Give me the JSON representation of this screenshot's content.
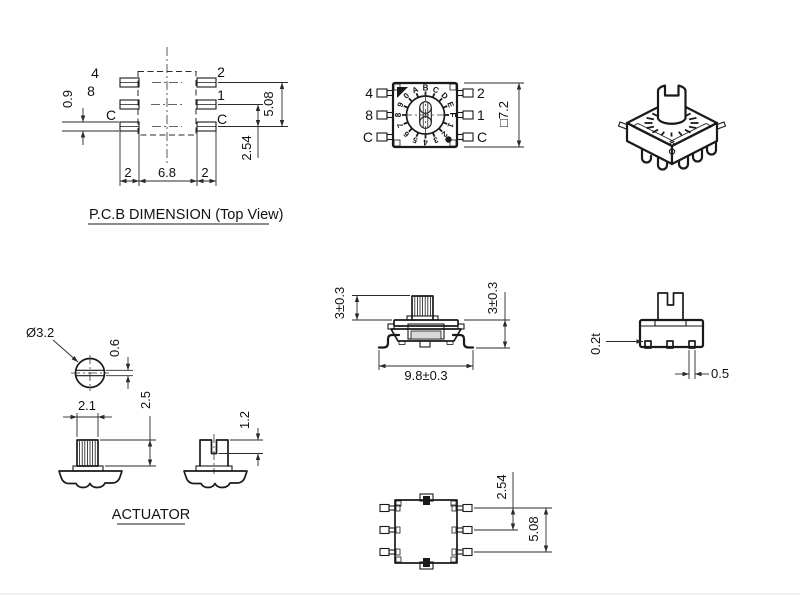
{
  "pcb": {
    "title": "P.C.B DIMENSION (Top View)",
    "pads_left": [
      "4",
      "8",
      "C"
    ],
    "pads_right": [
      "2",
      "1",
      "C"
    ],
    "dim_pad_height": "0.9",
    "dim_row_span": "5.08",
    "dim_row_pitch": "2.54",
    "dim_pad_left": "2",
    "dim_body_width": "6.8",
    "dim_pad_right": "2"
  },
  "top_view": {
    "pins_left": [
      "4",
      "8",
      "C"
    ],
    "pins_right": [
      "2",
      "1",
      "C"
    ],
    "dim_body": "□7.2",
    "dial_chars": [
      "B",
      "C",
      "D",
      "E",
      "F",
      "1",
      "2",
      "3",
      "4",
      "5",
      "6",
      "7",
      "8",
      "9",
      "0",
      "A"
    ]
  },
  "front_view": {
    "dim_shaft_height": "3±0.3",
    "dim_body_height": "3±0.3",
    "dim_lead_span": "9.8±0.3"
  },
  "side_view": {
    "dim_lead_thickness": "0.2t",
    "dim_lead_width": "0.5"
  },
  "bottom_view": {
    "dim_row_pitch": "2.54",
    "dim_row_span": "5.08"
  },
  "actuator": {
    "title": "ACTUATOR",
    "dim_diameter": "Ø3.2",
    "dim_slot_width": "0.6",
    "dim_shaft_width": "2.1",
    "dim_shaft_height": "2.5",
    "dim_slot_depth": "1.2"
  },
  "colors": {
    "line": "#1a1a1a",
    "background": "#ffffff"
  }
}
